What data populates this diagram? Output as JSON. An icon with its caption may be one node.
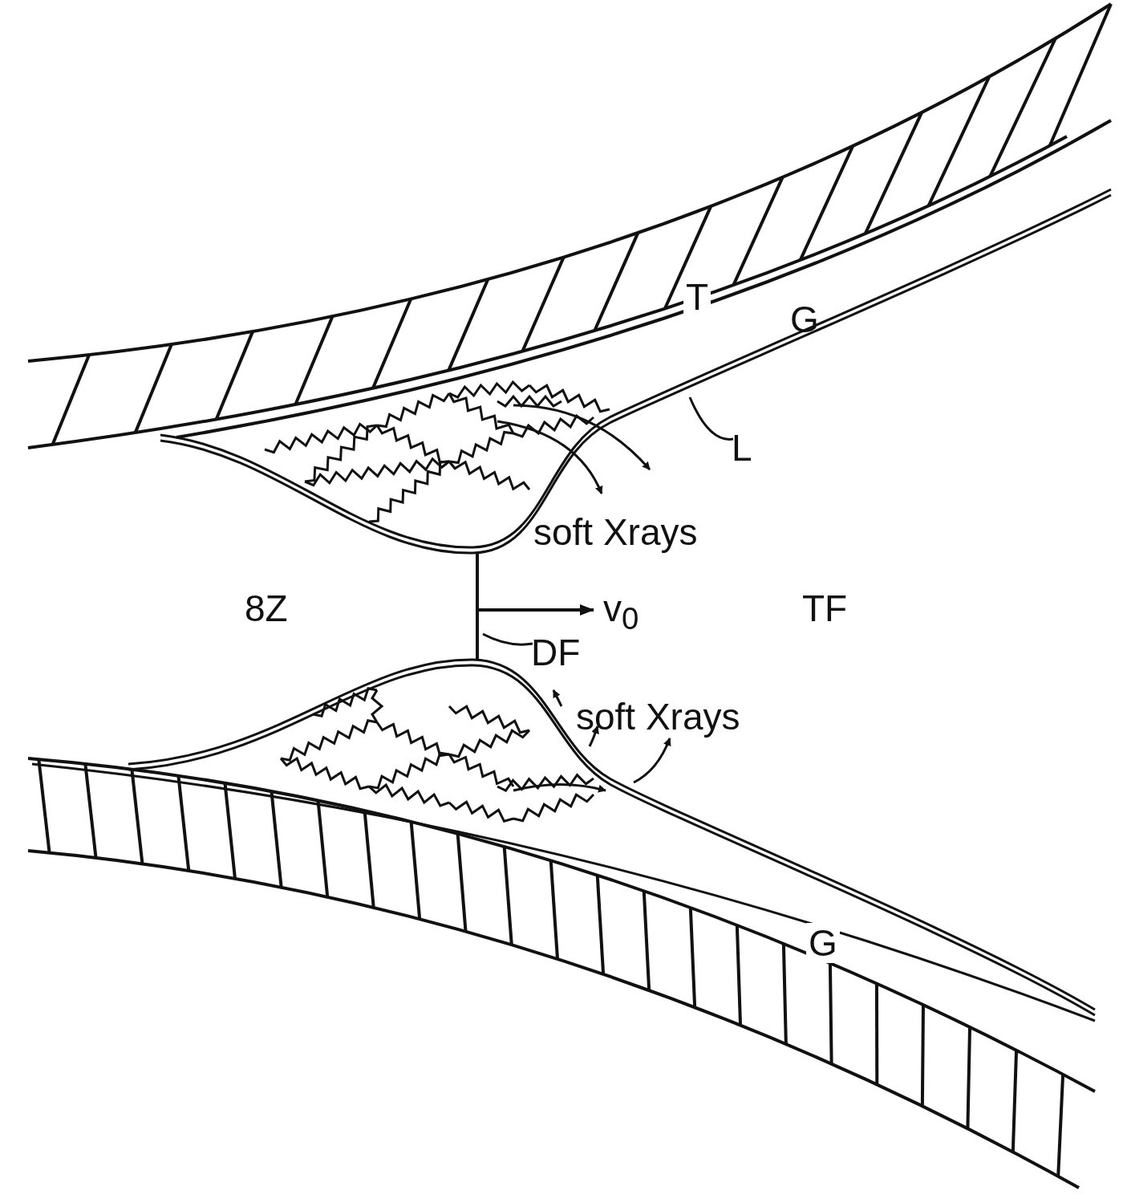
{
  "diagram": {
    "nodes": [
      {
        "text": [
          "L"
        ]
      },
      {
        "text": [
          "DF"
        ]
      }
    ],
    "edges": [
      {
        "from": 0,
        "to": null,
        "arrow": "none"
      },
      {
        "from": 1,
        "to": null,
        "arrow": "none"
      }
    ],
    "labels": [
      "T",
      "G",
      "soft Xrays",
      "8Z",
      "v$_{0}$",
      "TF",
      "soft Xrays",
      "G"
    ]
  }
}
